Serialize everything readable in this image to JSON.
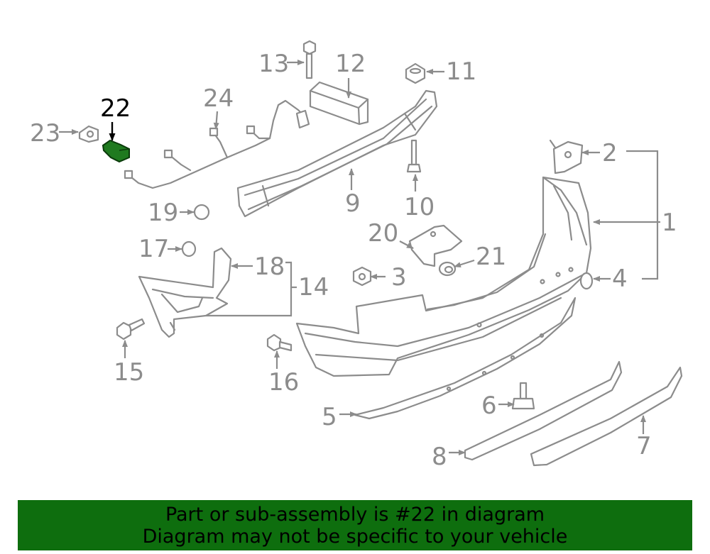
{
  "callouts": {
    "c1": "1",
    "c2": "2",
    "c3": "3",
    "c4": "4",
    "c5": "5",
    "c6": "6",
    "c7": "7",
    "c8": "8",
    "c9": "9",
    "c10": "10",
    "c11": "11",
    "c12": "12",
    "c13": "13",
    "c14": "14",
    "c15": "15",
    "c16": "16",
    "c17": "17",
    "c18": "18",
    "c19": "19",
    "c20": "20",
    "c21": "21",
    "c22": "22",
    "c23": "23",
    "c24": "24"
  },
  "highlight": {
    "part": "22",
    "color": "#1f7a1f"
  },
  "banner": {
    "line1": "Part or sub-assembly is #22 in diagram",
    "line2": "Diagram may not be specific to your vehicle",
    "color": "#0e6e0e"
  }
}
